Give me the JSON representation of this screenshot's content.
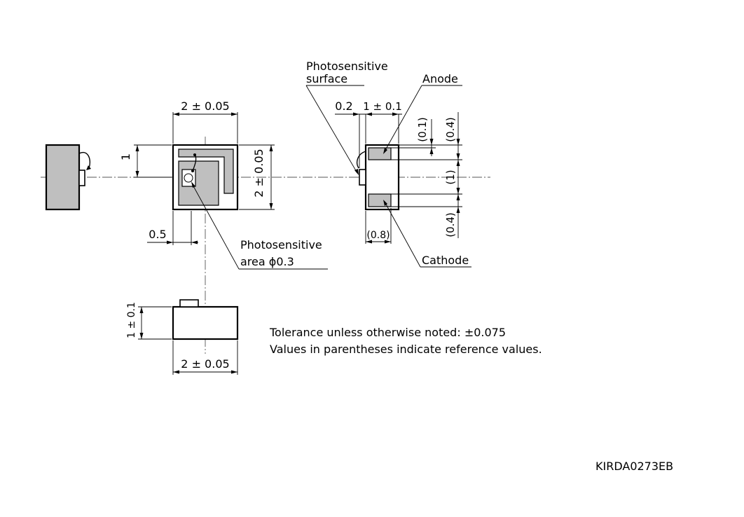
{
  "dimensions": {
    "top_width": "2 ± 0.05",
    "top_height": "2 ± 0.05",
    "left_height": "1",
    "offset": "0.5",
    "side_gap": "0.2",
    "side_width": "1 ± 0.1",
    "ref_01": "(0.1)",
    "ref_04_top": "(0.4)",
    "ref_1": "(1)",
    "ref_04_bottom": "(0.4)",
    "ref_08": "(0.8)",
    "bottom_height": "1 ± 0.1",
    "bottom_width": "2 ± 0.05"
  },
  "labels": {
    "photosensitive_surface_line1": "Photosensitive",
    "photosensitive_surface_line2": "surface",
    "anode": "Anode",
    "cathode": "Cathode",
    "photosensitive_area_line1": "Photosensitive",
    "photosensitive_area_line2": "area ϕ0.3"
  },
  "notes": {
    "line1": "Tolerance unless otherwise noted: ±0.075",
    "line2": "Values in parentheses indicate reference values."
  },
  "drawing_code": "KIRDA0273EB"
}
